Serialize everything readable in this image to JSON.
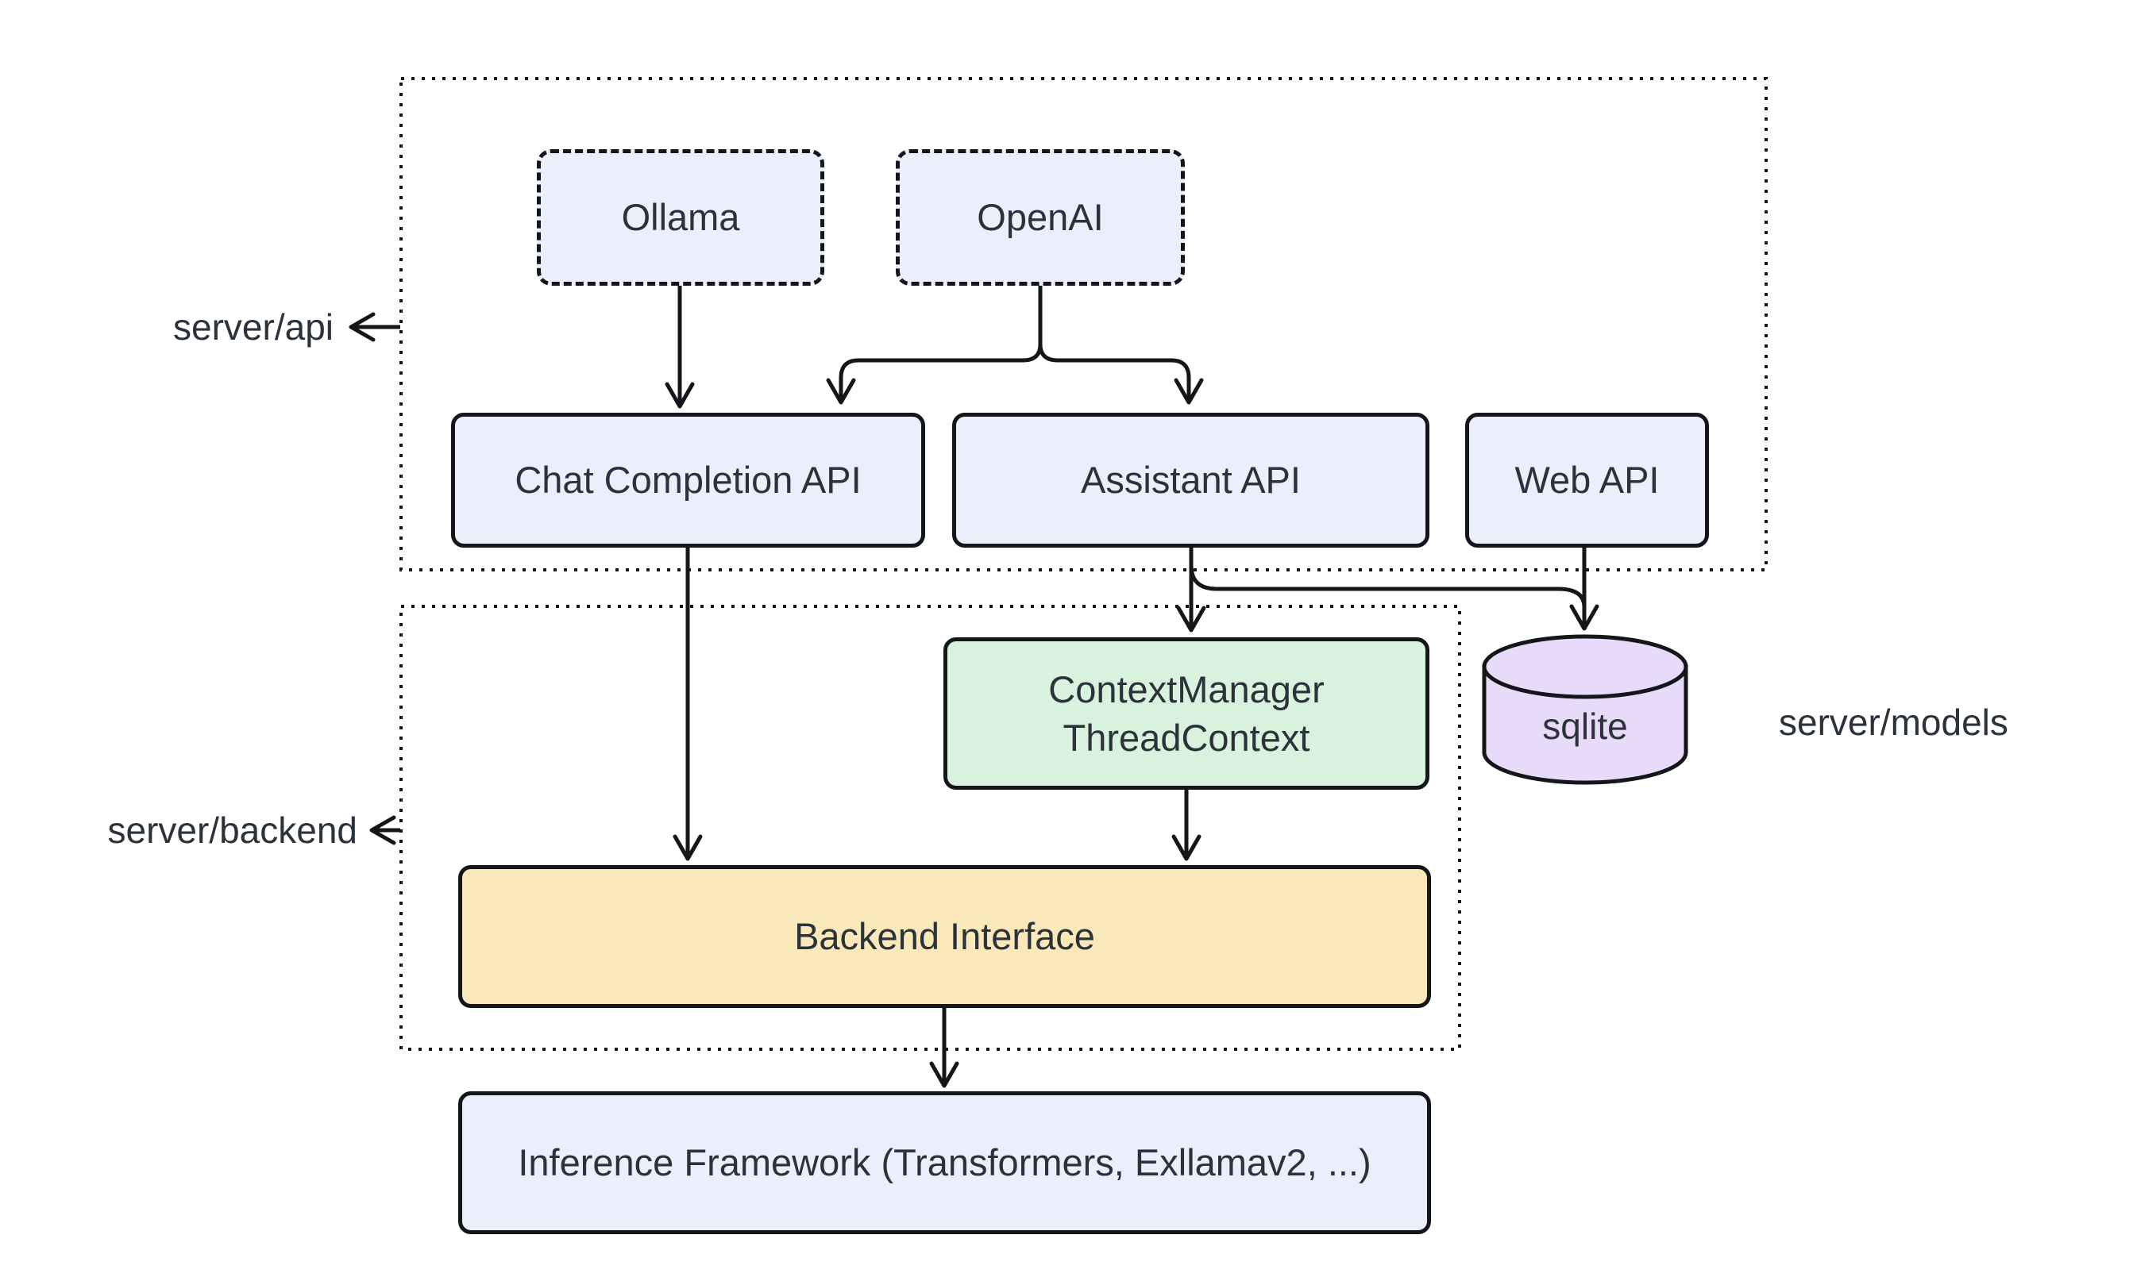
{
  "containers": {
    "server_api": {
      "label": "server/api"
    },
    "server_backend": {
      "label": "server/backend"
    },
    "server_models": {
      "label": "server/models"
    }
  },
  "nodes": {
    "ollama": {
      "label": "Ollama"
    },
    "openai": {
      "label": "OpenAI"
    },
    "chat_completion_api": {
      "label": "Chat Completion API"
    },
    "assistant_api": {
      "label": "Assistant API"
    },
    "web_api": {
      "label": "Web API"
    },
    "context_manager": {
      "line1": "ContextManager",
      "line2": "ThreadContext"
    },
    "sqlite": {
      "label": "sqlite"
    },
    "backend_interface": {
      "label": "Backend Interface"
    },
    "inference_framework": {
      "label": "Inference Framework (Transformers, Exllamav2, ...)"
    }
  },
  "edges": [
    {
      "from": "ollama",
      "to": "chat_completion_api"
    },
    {
      "from": "openai",
      "to": "chat_completion_api"
    },
    {
      "from": "openai",
      "to": "assistant_api"
    },
    {
      "from": "chat_completion_api",
      "to": "backend_interface"
    },
    {
      "from": "assistant_api",
      "to": "context_manager"
    },
    {
      "from": "assistant_api",
      "to": "sqlite"
    },
    {
      "from": "web_api",
      "to": "sqlite"
    },
    {
      "from": "context_manager",
      "to": "backend_interface"
    },
    {
      "from": "backend_interface",
      "to": "inference_framework"
    }
  ],
  "colors": {
    "background": "#ffffff",
    "node_blue": "#eaeffb",
    "node_green": "#d9f2dd",
    "node_yellow": "#f9e9ba",
    "node_purple": "#e8dbf9",
    "stroke": "#141619",
    "text": "#2b323a"
  }
}
